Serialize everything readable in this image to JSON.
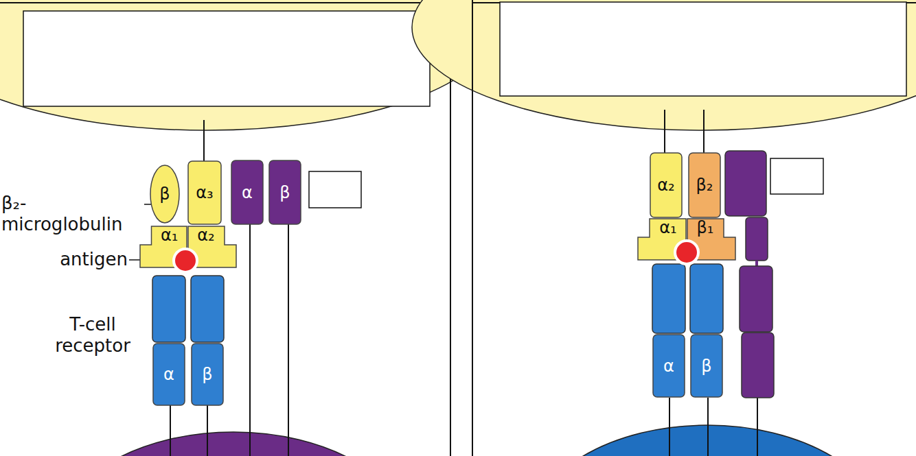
{
  "diagram": {
    "nodes": [
      {
        "text": [
          "β"
        ]
      },
      {
        "text": [
          "α₃"
        ]
      },
      {
        "text": [
          "α"
        ]
      },
      {
        "text": [
          "β"
        ]
      },
      {
        "text": [
          "α₁"
        ]
      },
      {
        "text": [
          "α₂"
        ]
      },
      {
        "text": [
          "α"
        ]
      },
      {
        "text": [
          "β"
        ]
      },
      {
        "text": [
          "α₂"
        ]
      },
      {
        "text": [
          "β₂"
        ]
      },
      {
        "text": [
          "α₁"
        ]
      },
      {
        "text": [
          "β₁"
        ]
      },
      {
        "text": [
          "α"
        ]
      },
      {
        "text": [
          "β"
        ]
      }
    ],
    "labels": [
      "β₂-microglobulin",
      "antigen",
      "T-cell receptor"
    ]
  }
}
